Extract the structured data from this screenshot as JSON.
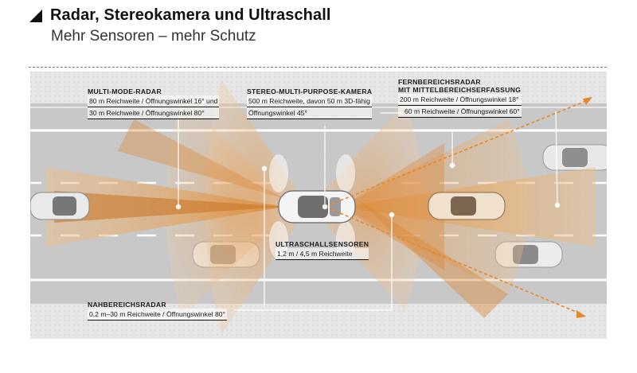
{
  "header": {
    "title": "Radar, Stereokamera und Ultraschall",
    "subtitle": "Mehr Sensoren – mehr Schutz"
  },
  "labels": {
    "multimode": {
      "title": "MULTI-MODE-RADAR",
      "line1": "80 m Reichweite / Öffnungswinkel 16° und",
      "line2": "30 m Reichweite / Öffnungswinkel 80°"
    },
    "camera": {
      "title": "STEREO-MULTI-PURPOSE-KAMERA",
      "line1": "500 m Reichweite, davon 50 m 3D-fähig",
      "line2": "Öffnungswinkel 45°"
    },
    "fern": {
      "title1": "FERNBEREICHSRADAR",
      "title2": "MIT MITTELBEREICHSERFASSUNG",
      "line1": "200 m Reichweite / Öffnungswinkel 18°",
      "line2": "60 m Reichweite / Öffnungswinkel 60°"
    },
    "ultra": {
      "title": "ULTRASCHALLSENSOREN",
      "line1": "1,2 m / 4,5 m Reichweite"
    },
    "nah": {
      "title": "NAHBEREICHSRADAR",
      "line1": "0,2 m–30 m Reichweite / Öffnungswinkel 80°"
    }
  },
  "colors": {
    "beam": "#e9a85c",
    "beam_dark": "#d9842d",
    "road": "#c9c9c9",
    "verge": "#e3e3e3",
    "arrow": "#e8862a"
  },
  "icons": {
    "title_marker": "triangle-marker-icon"
  }
}
